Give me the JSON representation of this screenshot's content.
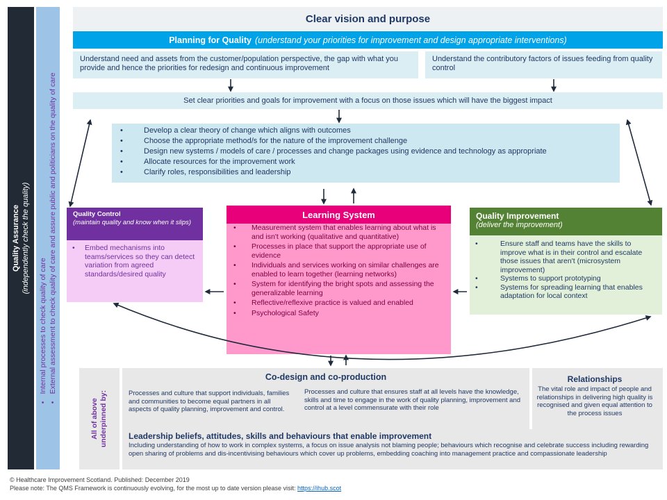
{
  "qa_bar": {
    "title": "Quality Assurance",
    "subtitle": "(independently check the quality)"
  },
  "qa_side": {
    "line1": "Internal processes to check quality of care",
    "line2": "External assessment to check quality of care and assure public and politicians on the quality of care",
    "bullet": "•"
  },
  "vision": {
    "title": "Clear vision and purpose"
  },
  "planning": {
    "title": "Planning for Quality",
    "subtitle": "(understand your priorities for improvement and design appropriate interventions)"
  },
  "understand_need": "Understand need and assets from the customer/population perspective, the gap with what you provide and hence the priorities for redesign and continuous improvement",
  "understand_factors": "Understand the contributory factors of issues feeding from quality control",
  "priorities": "Set clear priorities and goals for improvement with a focus on those issues which will have the biggest impact",
  "bullet_char": "•",
  "theory_items": [
    "Develop a clear theory of change which aligns with outcomes",
    "Choose the appropriate method/s for the nature of the improvement challenge",
    "Design new systems / models of care / processes and change packages using evidence and technology as appropriate",
    "Allocate resources for the improvement work",
    "Clarify roles, responsibilities and leadership"
  ],
  "quality_control": {
    "title": "Quality Control",
    "subtitle": "(maintain quality and know when it slips)",
    "items": [
      "Embed mechanisms into teams/services so they can detect variation from agreed standards/desired quality"
    ]
  },
  "learning_system": {
    "title": "Learning System",
    "items": [
      "Measurement system that enables learning about what is and isn't working (qualitative and quantitative)",
      "Processes in place that support the appropriate use of evidence",
      "Individuals and services working on similar challenges are enabled to learn together (learning networks)",
      "System for identifying the bright spots and assessing the generalizable learning",
      "Reflective/reflexive practice is valued and enabled",
      "Psychological Safety"
    ]
  },
  "quality_improvement": {
    "title": "Quality Improvement",
    "subtitle": "(deliver the improvement)",
    "items": [
      "Ensure staff and teams have the skills to improve what is in their control and escalate those issues that aren't (microsystem improvement)",
      "Systems to support prototyping",
      "Systems for spreading learning that enables adaptation for local context"
    ]
  },
  "underpinned": {
    "label": "All of above underpinned by:",
    "codesign_title": "Co-design and co-production",
    "codesign_left": "Processes and culture that support individuals, families and communities to become equal partners in all aspects of quality planning, improvement and control.",
    "codesign_right": "Processes and culture that ensures staff at all levels have the knowledge, skills and time to engage in the work of quality planning, improvement and control at a level commensurate with their role",
    "relationships_title": "Relationships",
    "relationships_text": "The vital role and impact of people and relationships in delivering high quality is recognised and given equal attention to the process issues",
    "leadership_title": "Leadership beliefs, attitudes, skills and behaviours that enable improvement",
    "leadership_text": "Including understanding of how to work in complex systems, a focus on issue analysis not blaming people; behaviours which recognise and celebrate success including rewarding open sharing of problems and dis-incentivising behaviours which cover up problems, embedding coaching into management practice and compassionate leadership"
  },
  "footer": {
    "copyright": "© Healthcare Improvement Scotland. Published: December 2019",
    "note": "Please note: The QMS Framework is continuously evolving, for the most up to date version please visit:",
    "link": "https://ihub.scot"
  },
  "colors": {
    "qa_dark": "#222a35",
    "qa_light": "#9dc3e6",
    "planning_blue": "#00a2e8",
    "light_blue": "#daeef3",
    "pale_blue": "#cde8f1",
    "purple": "#7030a0",
    "lilac": "#f5ccf5",
    "magenta": "#e8007a",
    "pink": "#ff99cc",
    "green": "#548235",
    "pale_green": "#e2f0d9",
    "grey": "#e8e8e8"
  }
}
